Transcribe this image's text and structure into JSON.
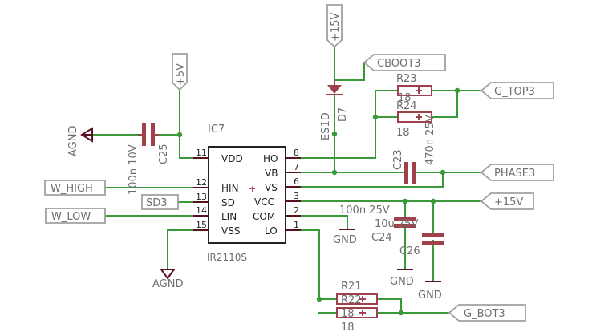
{
  "ic": {
    "name": "IC7",
    "value": "IR2110S",
    "pins_left": [
      {
        "num": "11",
        "name": "VDD"
      },
      {
        "num": "12",
        "name": "HIN"
      },
      {
        "num": "13",
        "name": "SD"
      },
      {
        "num": "14",
        "name": "LIN"
      },
      {
        "num": "15",
        "name": "VSS"
      }
    ],
    "pins_right": [
      {
        "num": "8",
        "name": "HO"
      },
      {
        "num": "7",
        "name": "VB"
      },
      {
        "num": "6",
        "name": "VS"
      },
      {
        "num": "3",
        "name": "VCC"
      },
      {
        "num": "2",
        "name": "COM"
      },
      {
        "num": "1",
        "name": "LO"
      }
    ]
  },
  "supplies": {
    "plus5v": "+5V",
    "plus15v": "+15V",
    "agnd": "AGND",
    "gnd": "GND"
  },
  "nets": {
    "cboot": "CBOOT3",
    "g_top": "G_TOP3",
    "phase": "PHASE3",
    "plus15v_flag": "+15V",
    "w_high": "W_HIGH",
    "sd": "SD3",
    "w_low": "W_LOW",
    "g_bot": "G_BOT3"
  },
  "components": {
    "c25": {
      "name": "C25",
      "value": "100n 10V"
    },
    "d7": {
      "name": "D7",
      "value": "ES1D"
    },
    "r23": {
      "name": "R23"
    },
    "r24": {
      "name": "R24",
      "value": "18"
    },
    "r23_overlap_value": "18",
    "c23": {
      "name": "C23",
      "value": "470n 25V"
    },
    "c24": {
      "name": "C24",
      "value": "100n 25V"
    },
    "c26": {
      "name": "C26",
      "value": "10u 25V"
    },
    "r21": {
      "name": "R21",
      "value": "18"
    },
    "r22": {
      "name": "R22",
      "value": "18"
    }
  }
}
